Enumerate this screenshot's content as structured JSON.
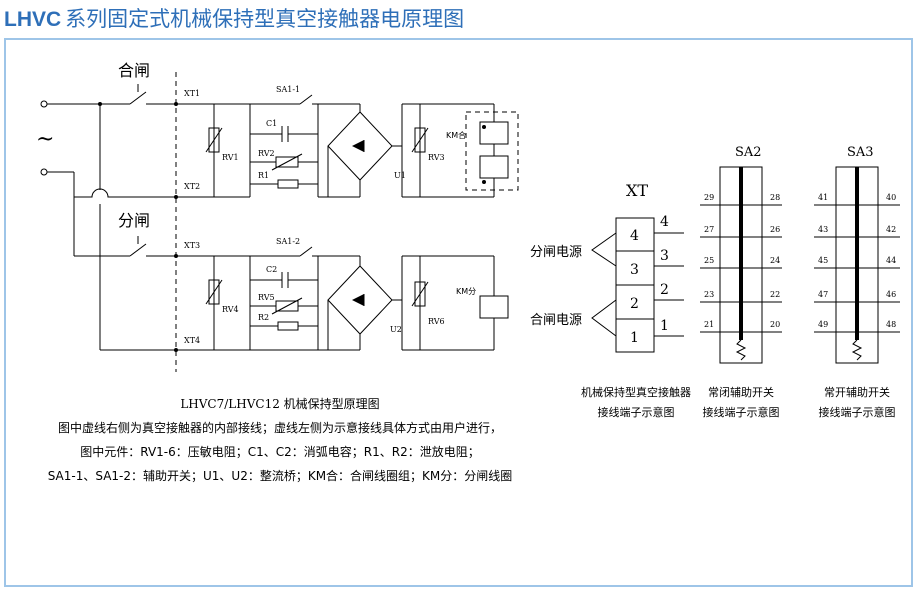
{
  "header": {
    "title_prefix": "LHVC",
    "title_rest": "系列固定式机械保持型真空接触器电原理图"
  },
  "schematic": {
    "label_close": "合闸",
    "label_open": "分闸",
    "ac_symbol": "~",
    "terminals": [
      "XT1",
      "XT2",
      "XT3",
      "XT4"
    ],
    "switches": [
      "SA1-1",
      "SA1-2"
    ],
    "capacitors": [
      "C1",
      "C2"
    ],
    "varistors": [
      "RV1",
      "RV2",
      "RV3",
      "RV4",
      "RV5",
      "RV6"
    ],
    "resistors": [
      "R1",
      "R2"
    ],
    "bridges": [
      "U1",
      "U2"
    ],
    "coil_close": "KM合",
    "coil_open": "KM分"
  },
  "xt_block": {
    "title": "XT",
    "numbers": [
      "4",
      "3",
      "2",
      "1"
    ],
    "open_power": "分闸电源",
    "close_power": "合闸电源",
    "caption_line1": "机械保持型真空接触器",
    "caption_line2": "接线端子示意图"
  },
  "sa2": {
    "title": "SA2",
    "left_pins": [
      "29",
      "27",
      "25",
      "23",
      "21"
    ],
    "right_pins": [
      "28",
      "26",
      "24",
      "22",
      "20"
    ],
    "caption_line1": "常闭辅助开关",
    "caption_line2": "接线端子示意图"
  },
  "sa3": {
    "title": "SA3",
    "left_pins": [
      "41",
      "43",
      "45",
      "47",
      "49"
    ],
    "right_pins": [
      "40",
      "42",
      "44",
      "46",
      "48"
    ],
    "caption_line1": "常开辅助开关",
    "caption_line2": "接线端子示意图"
  },
  "notes": {
    "diagram_title": "LHVC7/LHVC12 机械保持型原理图",
    "line1": "图中虚线右侧为真空接触器的内部接线；虚线左侧为示意接线具体方式由用户进行，",
    "line2": "图中元件：RV1-6：压敏电阻；C1、C2：消弧电容；R1、R2：泄放电阻；",
    "line3": "SA1-1、SA1-2：辅助开关；U1、U2：整流桥；KM合：合闸线圈组；KM分：分闸线圈"
  }
}
